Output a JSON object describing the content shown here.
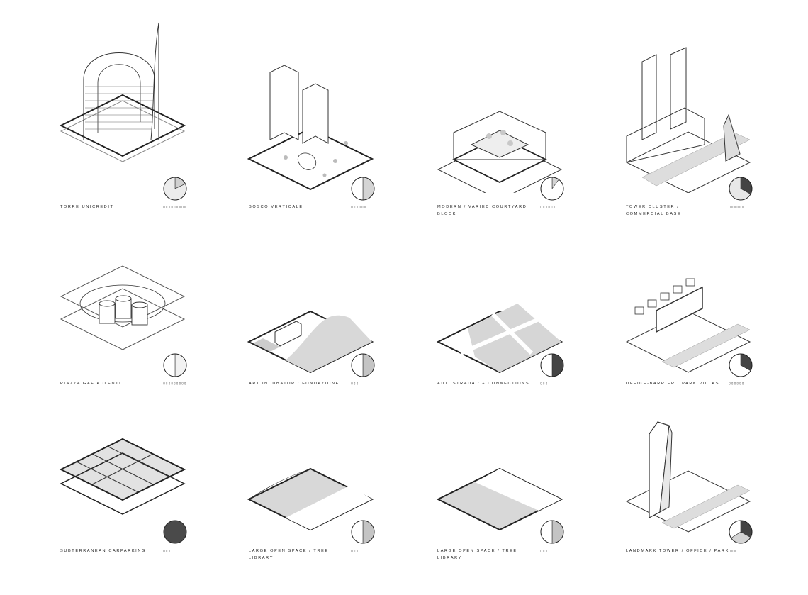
{
  "diagrams": [
    {
      "label": "TORRE UNICREDIT",
      "code": "▯▯▯▯▯▯▯▯▯",
      "pie": [
        {
          "v": 0.18,
          "fill": "#d0d0d0"
        },
        {
          "v": 0.82,
          "fill": "#ececec"
        }
      ]
    },
    {
      "label": "BOSCO VERTICALE",
      "code": "▯▯▯▯▯▯",
      "pie": [
        {
          "v": 0.5,
          "fill": "#d4d4d4"
        },
        {
          "v": 0.5,
          "fill": "#ffffff"
        }
      ]
    },
    {
      "label": "MODERN / VARIED COURTYARD BLOCK",
      "code": "▯▯▯▯▯▯",
      "pie": [
        {
          "v": 0.1,
          "fill": "#d4d4d4"
        },
        {
          "v": 0.9,
          "fill": "#ffffff"
        }
      ]
    },
    {
      "label": "TOWER CLUSTER / COMMERCIAL BASE",
      "code": "▯▯▯▯▯▯",
      "pie": [
        {
          "v": 0.33,
          "fill": "#444444"
        },
        {
          "v": 0.67,
          "fill": "#e8e8e8"
        }
      ]
    },
    {
      "label": "PIAZZA GAE AULENTI",
      "code": "▯▯▯▯▯▯▯▯▯",
      "pie": [
        {
          "v": 0.5,
          "fill": "#f2f2f2"
        },
        {
          "v": 0.5,
          "fill": "#ffffff"
        }
      ]
    },
    {
      "label": "ART INCUBATOR / FONDAZIONE",
      "code": "▯▯▯",
      "pie": [
        {
          "v": 0.5,
          "fill": "#c4c4c4"
        },
        {
          "v": 0.5,
          "fill": "#ffffff"
        }
      ]
    },
    {
      "label": "AUTOSTRADA / + CONNECTIONS",
      "code": "▯▯▯",
      "pie": [
        {
          "v": 0.5,
          "fill": "#444444"
        },
        {
          "v": 0.5,
          "fill": "#ffffff"
        }
      ]
    },
    {
      "label": "OFFICE-BARRIER / PARK VILLAS",
      "code": "▯▯▯▯▯▯",
      "pie": [
        {
          "v": 0.33,
          "fill": "#444444"
        },
        {
          "v": 0.67,
          "fill": "#ffffff"
        }
      ]
    },
    {
      "label": "SUBTERRANEAN CARPARKING",
      "code": "▯▯▯",
      "pie": [
        {
          "v": 1.0,
          "fill": "#4a4a4a"
        }
      ]
    },
    {
      "label": "LARGE OPEN SPACE / TREE LIBRARY",
      "code": "▯▯▯",
      "pie": [
        {
          "v": 0.5,
          "fill": "#c4c4c4"
        },
        {
          "v": 0.5,
          "fill": "#ffffff"
        }
      ]
    },
    {
      "label": "LARGE OPEN SPACE / TREE LIBRARY",
      "code": "▯▯▯",
      "pie": [
        {
          "v": 0.5,
          "fill": "#c4c4c4"
        },
        {
          "v": 0.5,
          "fill": "#ffffff"
        }
      ]
    },
    {
      "label": "LANDMARK TOWER / OFFICE / PARK",
      "code": "▯▯▯",
      "pie": [
        {
          "v": 0.33,
          "fill": "#444444"
        },
        {
          "v": 0.33,
          "fill": "#d4d4d4"
        },
        {
          "v": 0.34,
          "fill": "#ffffff"
        }
      ]
    }
  ]
}
